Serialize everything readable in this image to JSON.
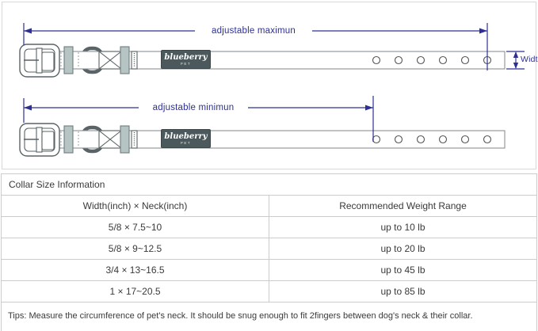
{
  "diagram": {
    "max_label": "adjustable maximun",
    "min_label": "adjustable minimun",
    "width_label": "Width",
    "logo": {
      "text": "blueberry",
      "sub": "PET"
    },
    "hole_count_per_collar": 6
  },
  "colors": {
    "annotation": "#2d3092",
    "logo_bg": "#4b595c",
    "keeper": "#b7c4c4",
    "table_border": "#cccccc"
  },
  "table": {
    "title": "Collar Size Information",
    "columns": [
      "Width(inch) × Neck(inch)",
      "Recommended Weight Range"
    ],
    "rows": [
      {
        "size": "5/8 × 7.5~10",
        "weight": "up to 10 lb"
      },
      {
        "size": "5/8 × 9~12.5",
        "weight": "up to 20 lb"
      },
      {
        "size": "3/4 × 13~16.5",
        "weight": "up to 45 lb"
      },
      {
        "size": "1 × 17~20.5",
        "weight": "up to 85 lb"
      }
    ],
    "tips": "Tips: Measure the circumference of pet's neck. It should be snug enough to fit 2fingers between dog's neck & their collar."
  }
}
